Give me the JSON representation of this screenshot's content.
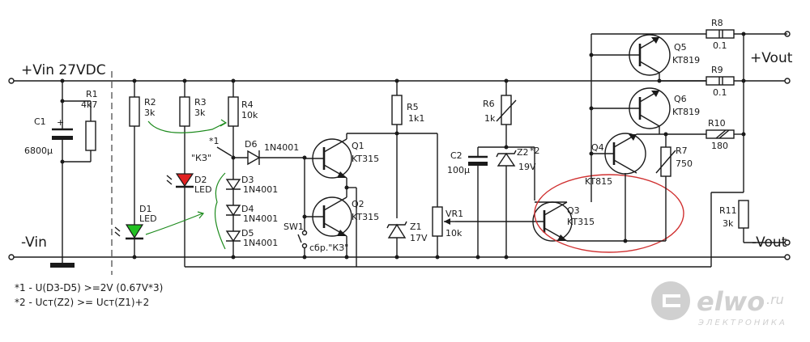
{
  "colors": {
    "wire": "#1a1a1a",
    "led_red": "#e02020",
    "led_green": "#22c022",
    "arrow_green": "#1c8a1c",
    "highlight": "#d03030",
    "logo": "#d0d0d0"
  },
  "rails": {
    "vin_pos": "+Vin 27VDC",
    "vin_neg": "-Vin",
    "vout_pos": "+Vout",
    "vout_neg": "-Vout"
  },
  "components": {
    "C1": {
      "ref": "C1",
      "value": "6800µ"
    },
    "R1": {
      "ref": "R1",
      "value": "4k7"
    },
    "R2": {
      "ref": "R2",
      "value": "3k"
    },
    "R3": {
      "ref": "R3",
      "value": "3k"
    },
    "R4": {
      "ref": "R4",
      "value": "10k"
    },
    "D1": {
      "ref": "D1",
      "value": "LED"
    },
    "D2": {
      "ref": "D2",
      "value": "LED"
    },
    "D3": {
      "ref": "D3",
      "value": "1N4001"
    },
    "D4": {
      "ref": "D4",
      "value": "1N4001"
    },
    "D5": {
      "ref": "D5",
      "value": "1N4001"
    },
    "D6": {
      "ref": "D6",
      "value": "1N4001"
    },
    "Q1": {
      "ref": "Q1",
      "value": "KT315"
    },
    "Q2": {
      "ref": "Q2",
      "value": "KT315"
    },
    "Q3": {
      "ref": "Q3",
      "value": "KT315"
    },
    "Q4": {
      "ref": "Q4",
      "value": "KT815"
    },
    "Q5": {
      "ref": "Q5",
      "value": "KT819"
    },
    "Q6": {
      "ref": "Q6",
      "value": "KT819"
    },
    "R5": {
      "ref": "R5",
      "value": "1k1"
    },
    "R6": {
      "ref": "R6",
      "value": "1k"
    },
    "R7": {
      "ref": "R7",
      "value": "750"
    },
    "R8": {
      "ref": "R8",
      "value": "0.1"
    },
    "R9": {
      "ref": "R9",
      "value": "0.1"
    },
    "R10": {
      "ref": "R10",
      "value": "180"
    },
    "R11": {
      "ref": "R11",
      "value": "3k"
    },
    "C2": {
      "ref": "C2",
      "value": "100µ"
    },
    "Z1": {
      "ref": "Z1",
      "value": "17V"
    },
    "Z2": {
      "ref": "Z2",
      "value": "19V"
    },
    "VR1": {
      "ref": "VR1",
      "value": "10k"
    },
    "SW1": {
      "ref": "SW1",
      "value": "сбр.\"КЗ\""
    }
  },
  "markers": {
    "kz_label": "\"КЗ\"",
    "note1_marker": "*1",
    "note2_marker": "*2"
  },
  "notes": {
    "line1": "*1 - U(D3-D5) >=2V (0.67V*3)",
    "line2": "*2 - Uст(Z2) >=  Uст(Z1)+2"
  },
  "logo": {
    "text": "elwo",
    "suffix": ".ru",
    "tagline": "ЭЛЕКТРОНИКА"
  }
}
